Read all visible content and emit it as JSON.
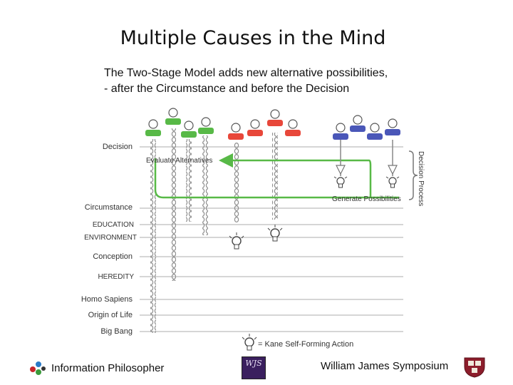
{
  "title": "Multiple Causes in the Mind",
  "subtitle": "The Two-Stage Model adds new alternative possibilities,\n- after the Circumstance and before the Decision",
  "levels": [
    {
      "label": "Decision"
    },
    {
      "label": "Circumstance"
    },
    {
      "label": "EDUCATION"
    },
    {
      "label": "ENVIRONMENT"
    },
    {
      "label": "Conception"
    },
    {
      "label": "HEREDITY"
    },
    {
      "label": "Homo Sapiens"
    },
    {
      "label": "Origin of Life"
    },
    {
      "label": "Big Bang"
    }
  ],
  "annotations": {
    "evaluate": "Evaluate Alternatives",
    "generate": "Generate Possibilities",
    "decision_process": "Decision Process",
    "legend": "= Kane Self-Forming Action"
  },
  "colors": {
    "green": "#58b947",
    "red": "#e8473a",
    "blue": "#4a57b8",
    "chain": "#9a9a9a",
    "line": "#c9c9c9"
  },
  "footer": {
    "left": "Information Philosopher",
    "right": "William James Symposium",
    "logo_text": "WJS"
  }
}
